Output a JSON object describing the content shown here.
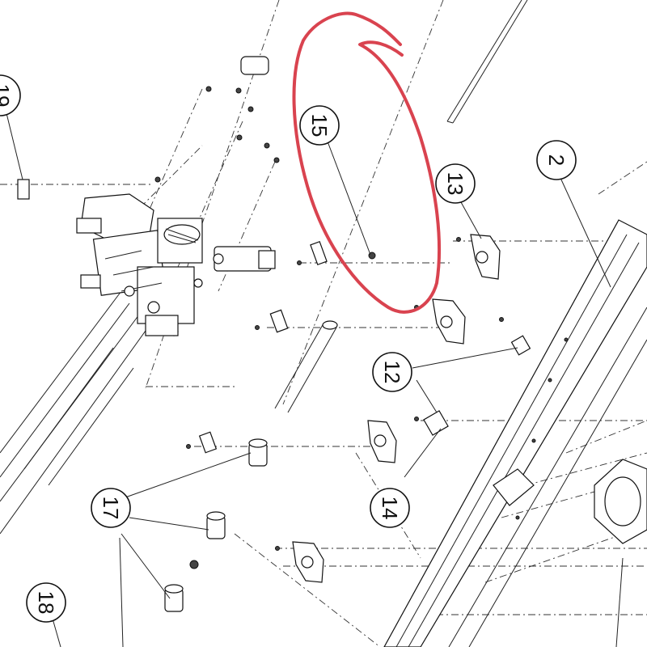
{
  "callouts": [
    {
      "id": "19",
      "label": "19",
      "rotation": 90
    },
    {
      "id": "15",
      "label": "15",
      "rotation": 90
    },
    {
      "id": "13",
      "label": "13",
      "rotation": 90
    },
    {
      "id": "2",
      "label": "2",
      "rotation": 90
    },
    {
      "id": "12",
      "label": "12",
      "rotation": 90
    },
    {
      "id": "14",
      "label": "14",
      "rotation": 90
    },
    {
      "id": "17",
      "label": "17",
      "rotation": 90
    },
    {
      "id": "18",
      "label": "18",
      "rotation": 90
    }
  ],
  "annotation": {
    "type": "freehand-loop",
    "color": "#d9434f",
    "encircles": "15"
  }
}
